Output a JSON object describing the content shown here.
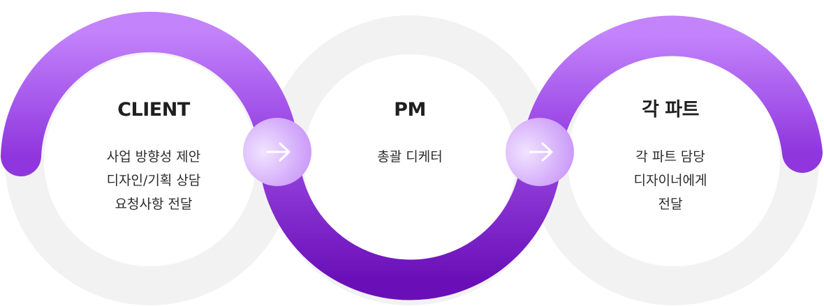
{
  "nodes": [
    {
      "title": "CLIENT",
      "lines": [
        "사업 방향성 제안",
        "디자인/기획 상담",
        "요청사항 전달"
      ]
    },
    {
      "title": "PM",
      "lines": [
        "총괄 디케터"
      ]
    },
    {
      "title": "각 파트",
      "lines": [
        "각 파트 담당",
        "디자이너에게",
        "전달"
      ]
    }
  ],
  "arrows": [
    {
      "icon": "arrow-right-icon"
    },
    {
      "icon": "arrow-right-icon"
    }
  ],
  "colors": {
    "ring_gray": "#f2f2f2",
    "purple_light": "#c383fb",
    "purple_mid": "#9a48e2",
    "purple_dark": "#6a0fb8",
    "arrow_light": "#f1e3ff",
    "arrow_dark": "#c590f8"
  }
}
